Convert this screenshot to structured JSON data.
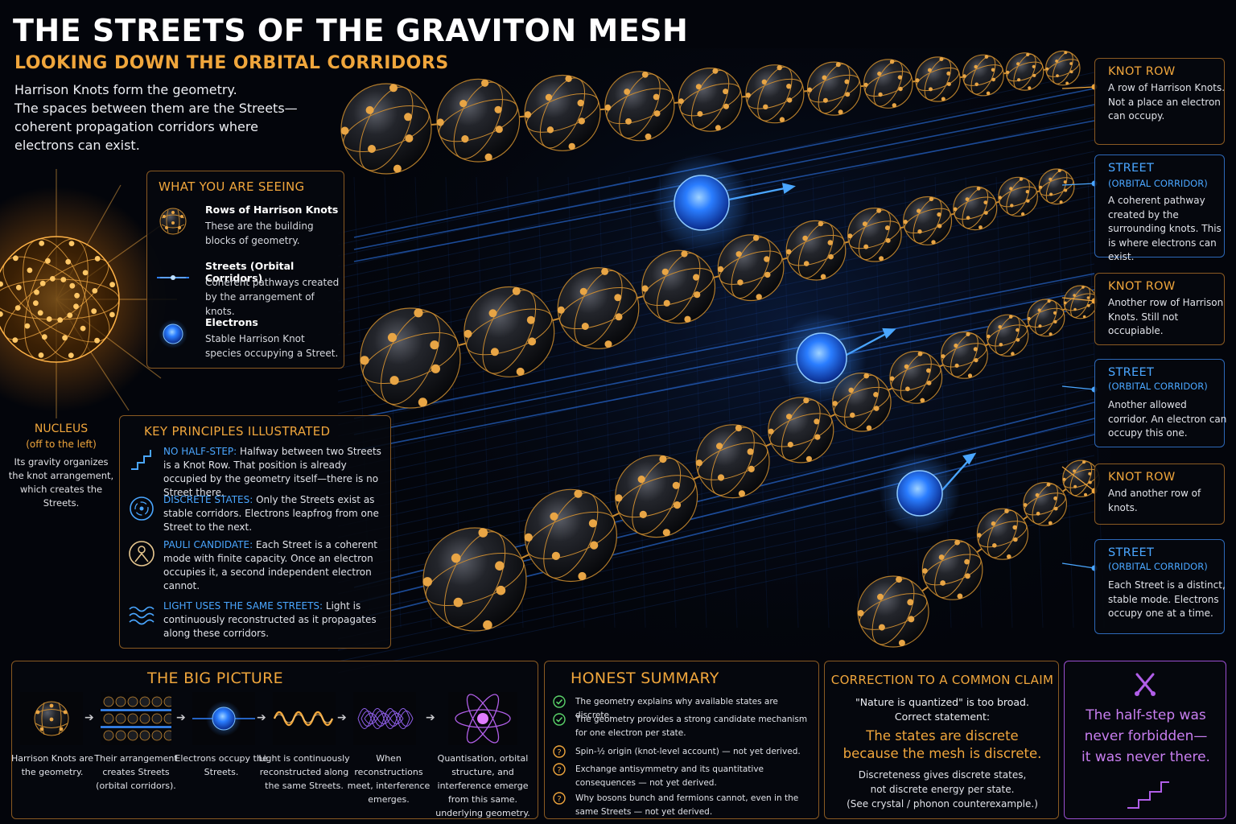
{
  "header": {
    "title": "THE STREETS OF THE GRAVITON MESH",
    "subtitle": "LOOKING DOWN THE ORBITAL CORRIDORS",
    "intro": [
      "Harrison Knots form the geometry.",
      "The spaces between them are the Streets—",
      "coherent propagation corridors where",
      "electrons can exist."
    ]
  },
  "legend": {
    "heading": "WHAT YOU ARE SEEING",
    "items": [
      {
        "icon": "knot-icon",
        "title": "Rows of Harrison Knots",
        "desc": "These are the building blocks of geometry."
      },
      {
        "icon": "street-line-icon",
        "title": "Streets (Orbital Corridors)",
        "desc": "Coherent pathways created by the arrangement of knots."
      },
      {
        "icon": "electron-icon",
        "title": "Electrons",
        "desc": "Stable Harrison Knot species occupying a Street."
      }
    ]
  },
  "nucleus": {
    "title": "NUCLEUS",
    "sub": "(off to the left)",
    "desc": "Its gravity organizes the knot arrangement, which creates the Streets."
  },
  "principles": {
    "heading": "KEY PRINCIPLES ILLUSTRATED",
    "items": [
      {
        "icon": "stairs-icon",
        "key": "NO HALF-STEP:",
        "text": " Halfway between two Streets is a Knot Row. That position is already occupied by the geometry itself—there is no Street there."
      },
      {
        "icon": "discrete-circle-icon",
        "key": "DISCRETE STATES:",
        "text": " Only the Streets exist as stable corridors. Electrons leapfrog from one Street to the next."
      },
      {
        "icon": "person-icon",
        "key": "PAULI CANDIDATE:",
        "text": " Each Street is a coherent mode with finite capacity. Once an electron occupies it, a second independent electron cannot."
      },
      {
        "icon": "wave-icon",
        "key": "LIGHT USES THE SAME STREETS:",
        "text": " Light is continuously reconstructed as it propagates along these corridors."
      }
    ]
  },
  "side_labels": [
    {
      "kind": "knot",
      "title": "KNOT ROW",
      "sub": "",
      "desc": "A row of Harrison Knots. Not a place an electron can occupy."
    },
    {
      "kind": "street",
      "title": "STREET",
      "sub": "(ORBITAL CORRIDOR)",
      "desc": "A coherent pathway created by the surrounding knots. This is where electrons can exist."
    },
    {
      "kind": "knot",
      "title": "KNOT ROW",
      "sub": "",
      "desc": "Another row of Harrison Knots. Still not occupiable."
    },
    {
      "kind": "street",
      "title": "STREET",
      "sub": "(ORBITAL CORRIDOR)",
      "desc": "Another allowed corridor. An electron can occupy this one."
    },
    {
      "kind": "knot",
      "title": "KNOT ROW",
      "sub": "",
      "desc": "And another row of knots."
    },
    {
      "kind": "street",
      "title": "STREET",
      "sub": "(ORBITAL CORRIDOR)",
      "desc": "Each Street is a distinct, stable mode. Electrons occupy one at a time."
    }
  ],
  "big_picture": {
    "heading": "THE BIG PICTURE",
    "steps": [
      {
        "icon": "knot-icon",
        "caption": "Harrison Knots are the geometry."
      },
      {
        "icon": "streets-icon",
        "caption": "Their arrangement creates Streets (orbital corridors)."
      },
      {
        "icon": "electron-icon",
        "caption": "Electrons occupy the Streets."
      },
      {
        "icon": "light-wave-icon",
        "caption": "Light is continuously reconstructed along the same Streets."
      },
      {
        "icon": "interference-icon",
        "caption": "When reconstructions meet, interference emerges."
      },
      {
        "icon": "atom-icon",
        "caption": "Quantisation, orbital structure, and interference emerge from this same. underlying geometry."
      }
    ]
  },
  "honest_summary": {
    "heading": "HONEST SUMMARY",
    "items": [
      {
        "status": "check",
        "text": "The geometry explains why available states are discrete."
      },
      {
        "status": "check",
        "text": "The geometry provides a strong candidate mechanism for one electron per state."
      },
      {
        "status": "question",
        "text": "Spin-½ origin (knot-level account) — not yet derived."
      },
      {
        "status": "question",
        "text": "Exchange antisymmetry and its quantitative consequences — not yet derived."
      },
      {
        "status": "question",
        "text": "Why bosons bunch and fermions cannot, even in the same Streets — not yet derived."
      }
    ]
  },
  "correction": {
    "heading": "CORRECTION TO A COMMON CLAIM",
    "quote": "\"Nature is quantized\" is too broad.",
    "correct_label": "Correct statement:",
    "statement_1": "The states are discrete",
    "statement_2": "because the mesh is discrete.",
    "foot_1": "Discreteness gives discrete states,",
    "foot_2": "not discrete energy per state.",
    "foot_3": "(See crystal / phonon counterexample.)"
  },
  "half_step": {
    "icon": "split-arrows-icon",
    "lines": [
      "The half-step was",
      "never forbidden—",
      "it was never there."
    ]
  },
  "colors": {
    "orange": "#f0a63c",
    "blue": "#4aa6ff",
    "purple": "#c87ef0",
    "knot_gold": "#d99a3a"
  }
}
